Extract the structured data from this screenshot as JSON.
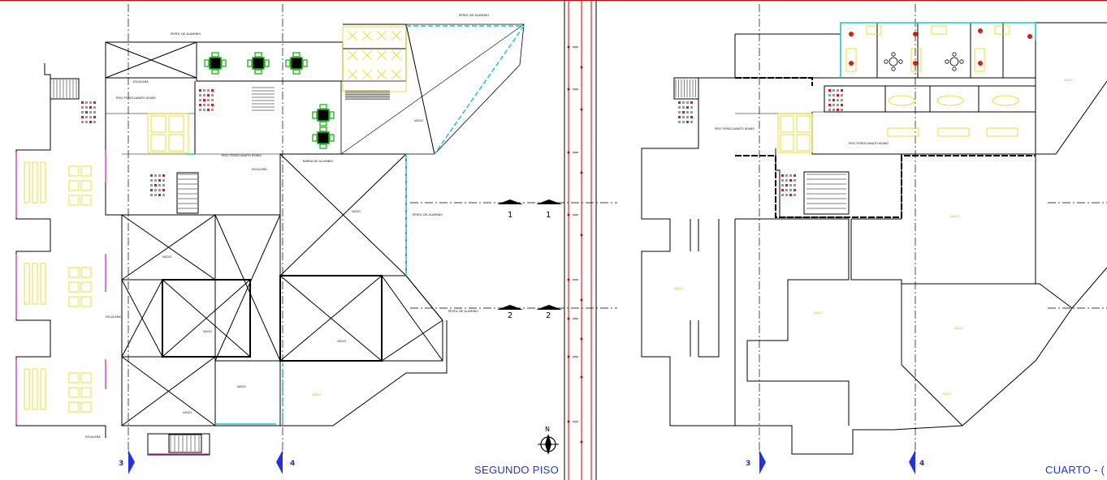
{
  "sheet": {
    "left_title": "SEGUNDO PISO",
    "right_title": "CUARTO - (",
    "north_label": "N"
  },
  "section_marks": [
    {
      "id": "1",
      "label": "1"
    },
    {
      "id": "1b",
      "label": "1"
    },
    {
      "id": "2",
      "label": "2"
    },
    {
      "id": "2b",
      "label": "2"
    }
  ],
  "axis_markers": [
    {
      "label": "3"
    },
    {
      "label": "4"
    },
    {
      "label": "3"
    },
    {
      "label": "4"
    }
  ],
  "tiny_labels": {
    "vacio": "VACIO",
    "perfil": "PERFIL DE ALUMINIO",
    "escalera": "ESCALERA",
    "piso": "PISO PORCELANATO 60X60",
    "barra": "BARRA DE ALUMINIO"
  },
  "colors": {
    "line": "#000000",
    "axis": "#cc0000",
    "cyan": "#19c8d2",
    "yellow": "#e8d800",
    "green": "#17b417",
    "magenta": "#c81ec8",
    "red": "#e01818",
    "blue": "#2233dd"
  }
}
